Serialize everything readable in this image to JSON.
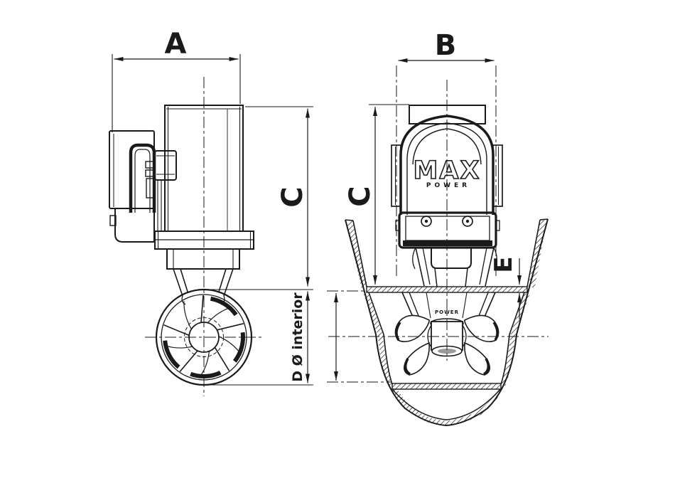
{
  "drawing": {
    "type": "technical-dimension-diagram",
    "background": "#ffffff",
    "line_color": "#1a1a1a",
    "labels": {
      "dim_a": "A",
      "dim_b": "B",
      "dim_c_side": "C",
      "dim_c_front": "C",
      "dim_d_interior": "D Ø interior",
      "dim_e": "E"
    },
    "branding": {
      "logo_max": "MAX",
      "logo_power": "POWER",
      "pod_label": "POWER"
    }
  }
}
